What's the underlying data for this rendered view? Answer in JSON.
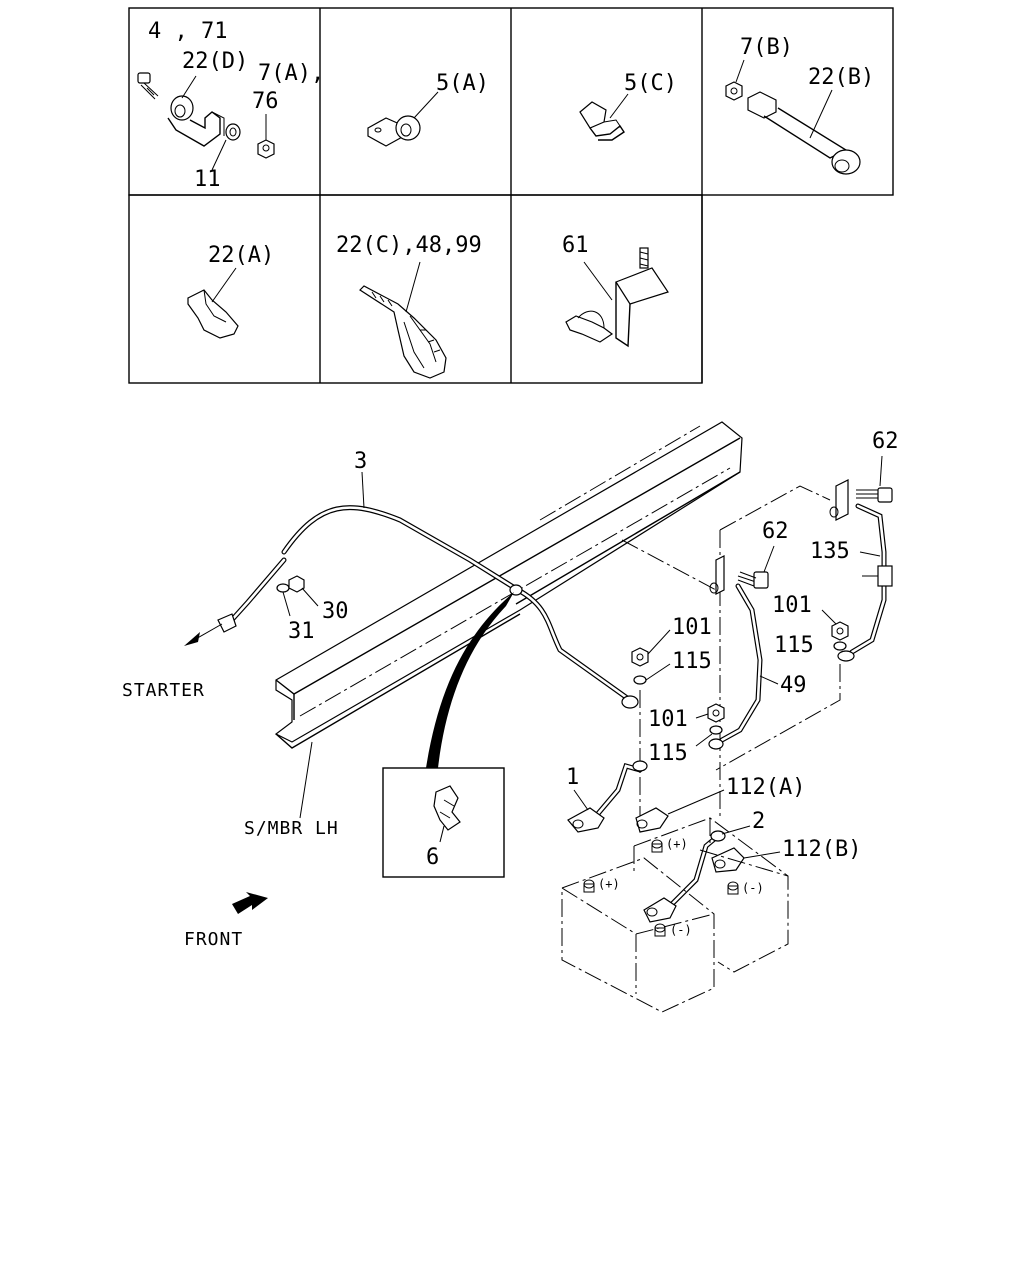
{
  "legend_panels": [
    {
      "id": "p1",
      "labels": [
        "4 , 71",
        "22(D)",
        "7(A),",
        "76",
        "11"
      ]
    },
    {
      "id": "p2",
      "labels": [
        "5(A)"
      ]
    },
    {
      "id": "p3",
      "labels": [
        "5(C)"
      ]
    },
    {
      "id": "p4",
      "labels": [
        "7(B)",
        "22(B)"
      ]
    },
    {
      "id": "p5",
      "labels": [
        "22(A)"
      ]
    },
    {
      "id": "p6",
      "labels": [
        "22(C),48,99"
      ]
    },
    {
      "id": "p7",
      "labels": [
        "61"
      ]
    }
  ],
  "callouts": {
    "c3": "3",
    "c30": "30",
    "c31": "31",
    "c62a": "62",
    "c62b": "62",
    "c135": "135",
    "c101a": "101",
    "c115a": "115",
    "c101b": "101",
    "c115b": "115",
    "c101c": "101",
    "c115c": "115",
    "c49": "49",
    "c1": "1",
    "c112a": "112(A)",
    "c2": "2",
    "c112b": "112(B)",
    "c6": "6"
  },
  "labels": {
    "starter": "STARTER",
    "smbr": "S/MBR LH",
    "front": "FRONT",
    "pos": "(+)",
    "neg": "(-)"
  }
}
